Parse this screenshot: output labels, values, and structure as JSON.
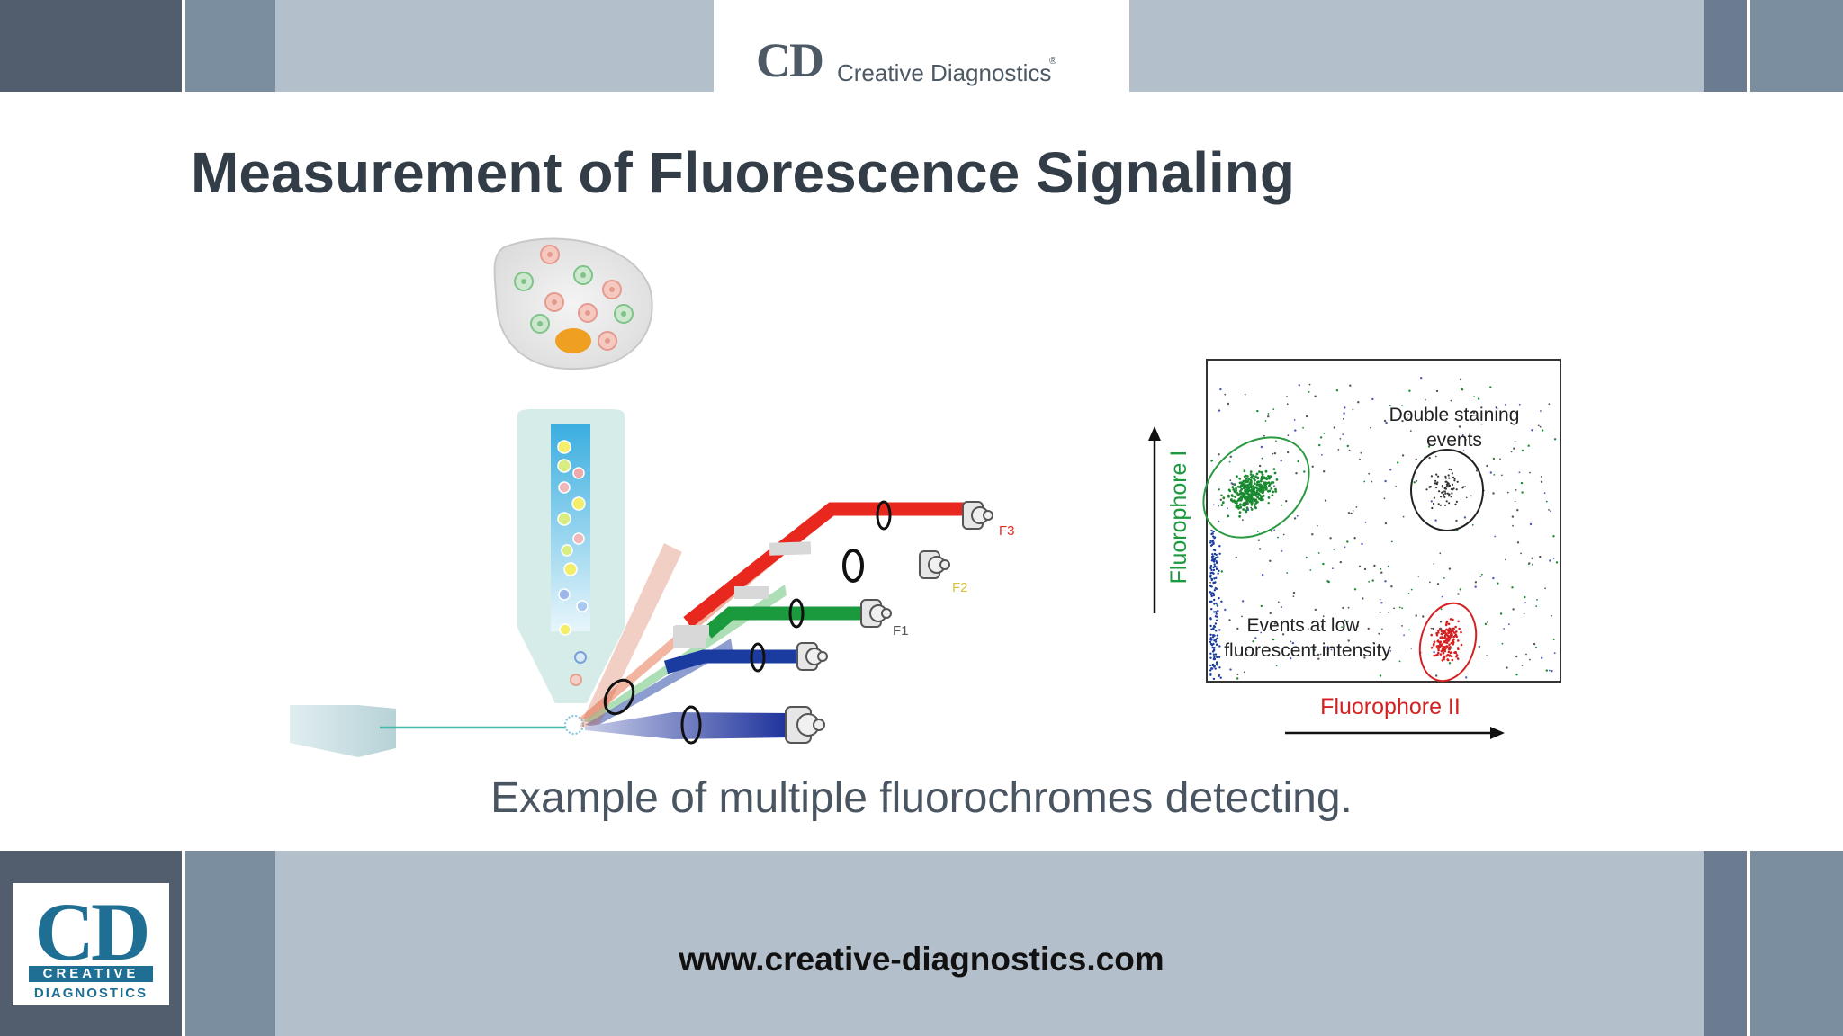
{
  "header": {
    "logo_mark": "CD",
    "logo_name": "Creative Diagnostics",
    "logo_reg": "®"
  },
  "slide": {
    "title": "Measurement of Fluorescence Signaling",
    "caption": "Example of multiple fluorochromes detecting."
  },
  "diagram": {
    "detector_labels": [
      "F3",
      "F2",
      "F1"
    ],
    "plot": {
      "y_axis_label": "Fluorophore I",
      "x_axis_label": "Fluorophore II",
      "annotation_double_line1": "Double staining",
      "annotation_double_line2": "events",
      "annotation_low_line1": "Events at low",
      "annotation_low_line2": "fluorescent intensity"
    },
    "colors": {
      "f3_beam": "#e8281e",
      "f1_beam": "#1a9a3c",
      "blue_beam": "#1a3ca0",
      "green_population": "#1a8a30",
      "red_population": "#d42020",
      "axis_label": "#d42020",
      "y_axis_label_color": "#1a9a3c"
    }
  },
  "footer": {
    "url": "www.creative-diagnostics.com",
    "logo_mark": "CD",
    "logo_line1": "CREATIVE",
    "logo_line2": "DIAGNOSTICS"
  }
}
